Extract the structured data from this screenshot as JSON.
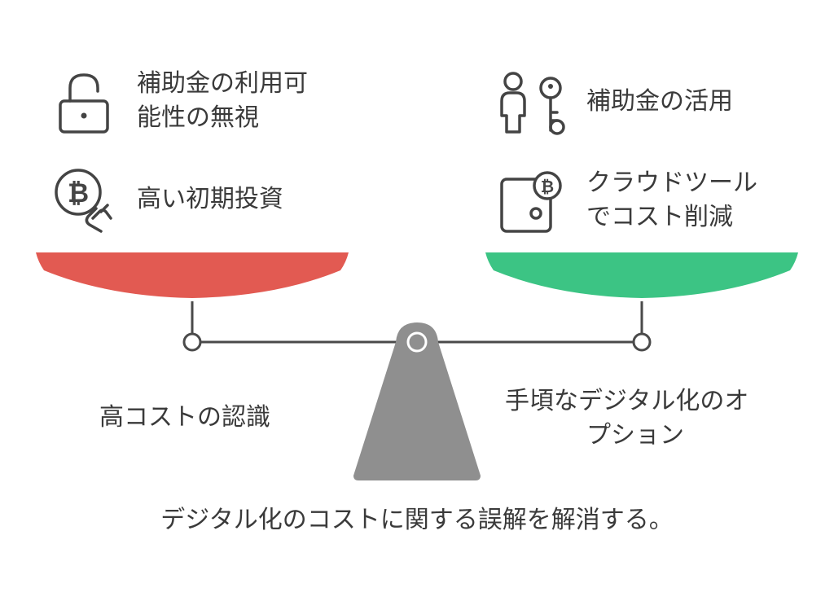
{
  "left_side": {
    "items": [
      {
        "icon": "open-lock-icon",
        "text_line1": "補助金の利用可",
        "text_line2": "能性の無視"
      },
      {
        "icon": "bitcoin-hand-icon",
        "text": "高い初期投資"
      }
    ],
    "pan_color": "#e25a52",
    "caption": "高コストの認識"
  },
  "right_side": {
    "items": [
      {
        "icon": "person-key-icon",
        "text": "補助金の活用"
      },
      {
        "icon": "bitcoin-wallet-icon",
        "text_line1": "クラウドツール",
        "text_line2": "でコスト削減"
      }
    ],
    "pan_color": "#3cc484",
    "caption_line1": "手頃なデジタル化のオ",
    "caption_line2": "プション"
  },
  "beam_color": "#4a4a4a",
  "fulcrum_color": "#8f8f8f",
  "footer": "デジタル化のコストに関する誤解を解消する。"
}
